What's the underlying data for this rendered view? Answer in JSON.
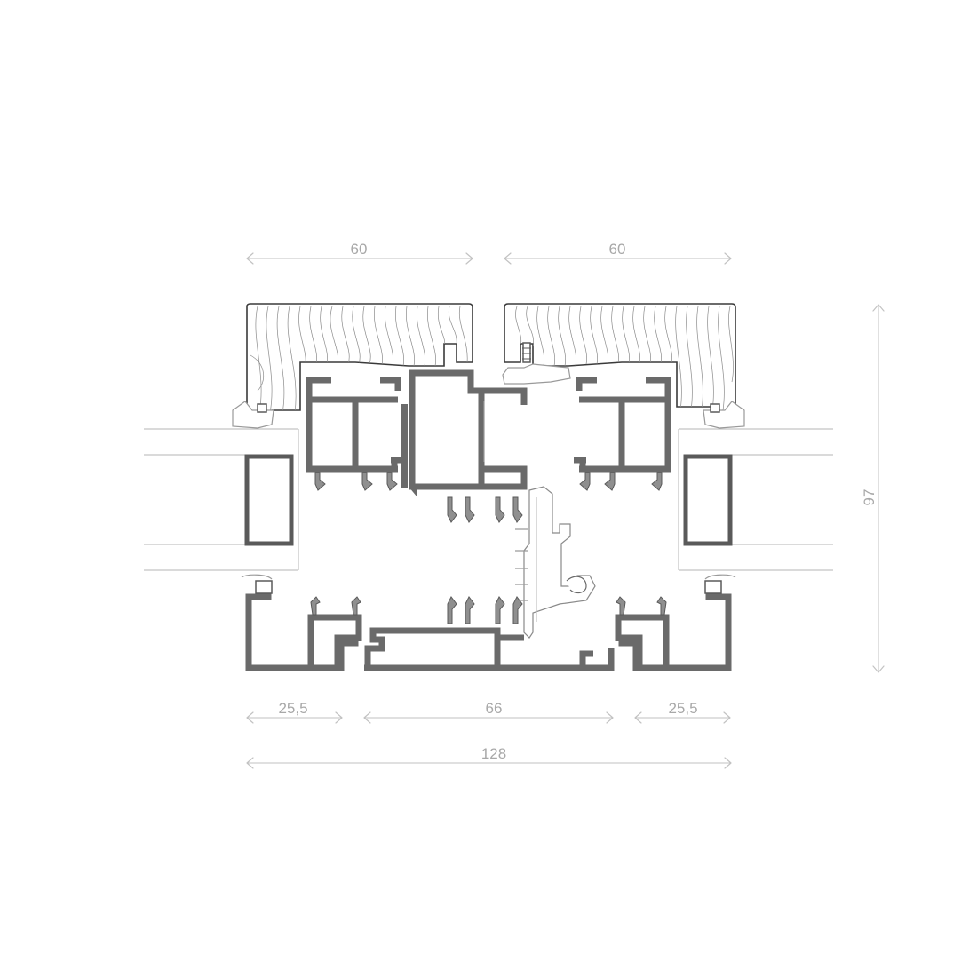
{
  "colors": {
    "dimension": "#c2c2c2",
    "dimension_text": "#a8a8a8",
    "aluminium": "#8f8f8f",
    "aluminium_stroke": "#5a5a5a",
    "wood_outline": "#3a3a3a",
    "wood_grain": "#8a8a8a",
    "glass_line": "#b5b5b5"
  },
  "dimensions": {
    "top_left": "60",
    "top_right": "60",
    "height": "97",
    "bottom_left": "25,5",
    "bottom_center": "66",
    "bottom_right": "25,5",
    "overall": "128"
  }
}
